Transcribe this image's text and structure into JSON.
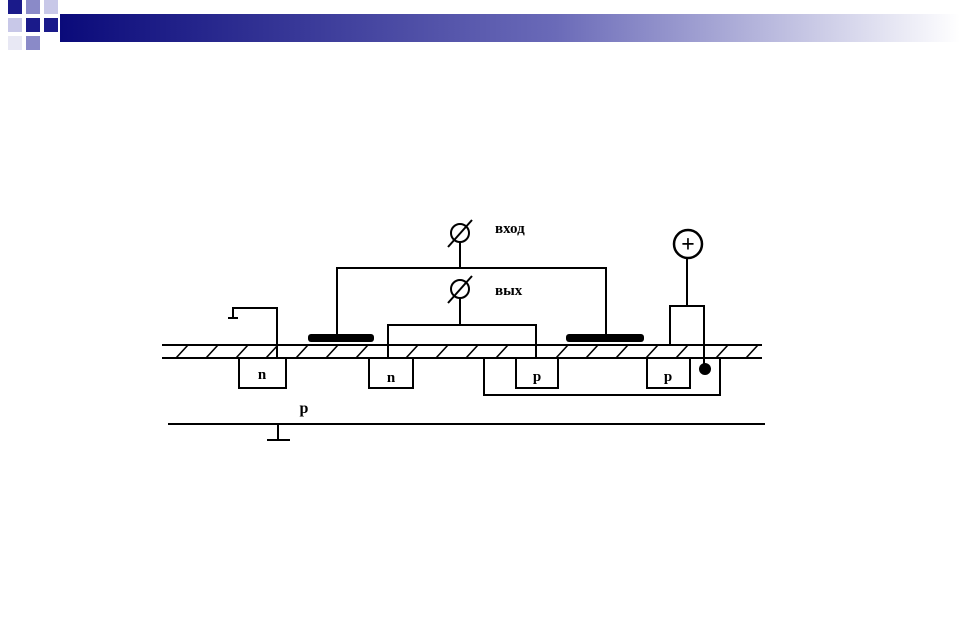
{
  "colors": {
    "banner_dark": "#0a0a7a",
    "banner_light": "#ffffff",
    "square_dark": "#1a1a8a",
    "square_mid": "#8a8ac8",
    "square_light": "#c8c8e8",
    "ink": "#000000"
  },
  "diagram": {
    "input_label": "вход",
    "output_label": "вых",
    "supply_symbol": "+",
    "well_labels": [
      "n",
      "n",
      "p",
      "p"
    ],
    "substrate_label": "p"
  }
}
